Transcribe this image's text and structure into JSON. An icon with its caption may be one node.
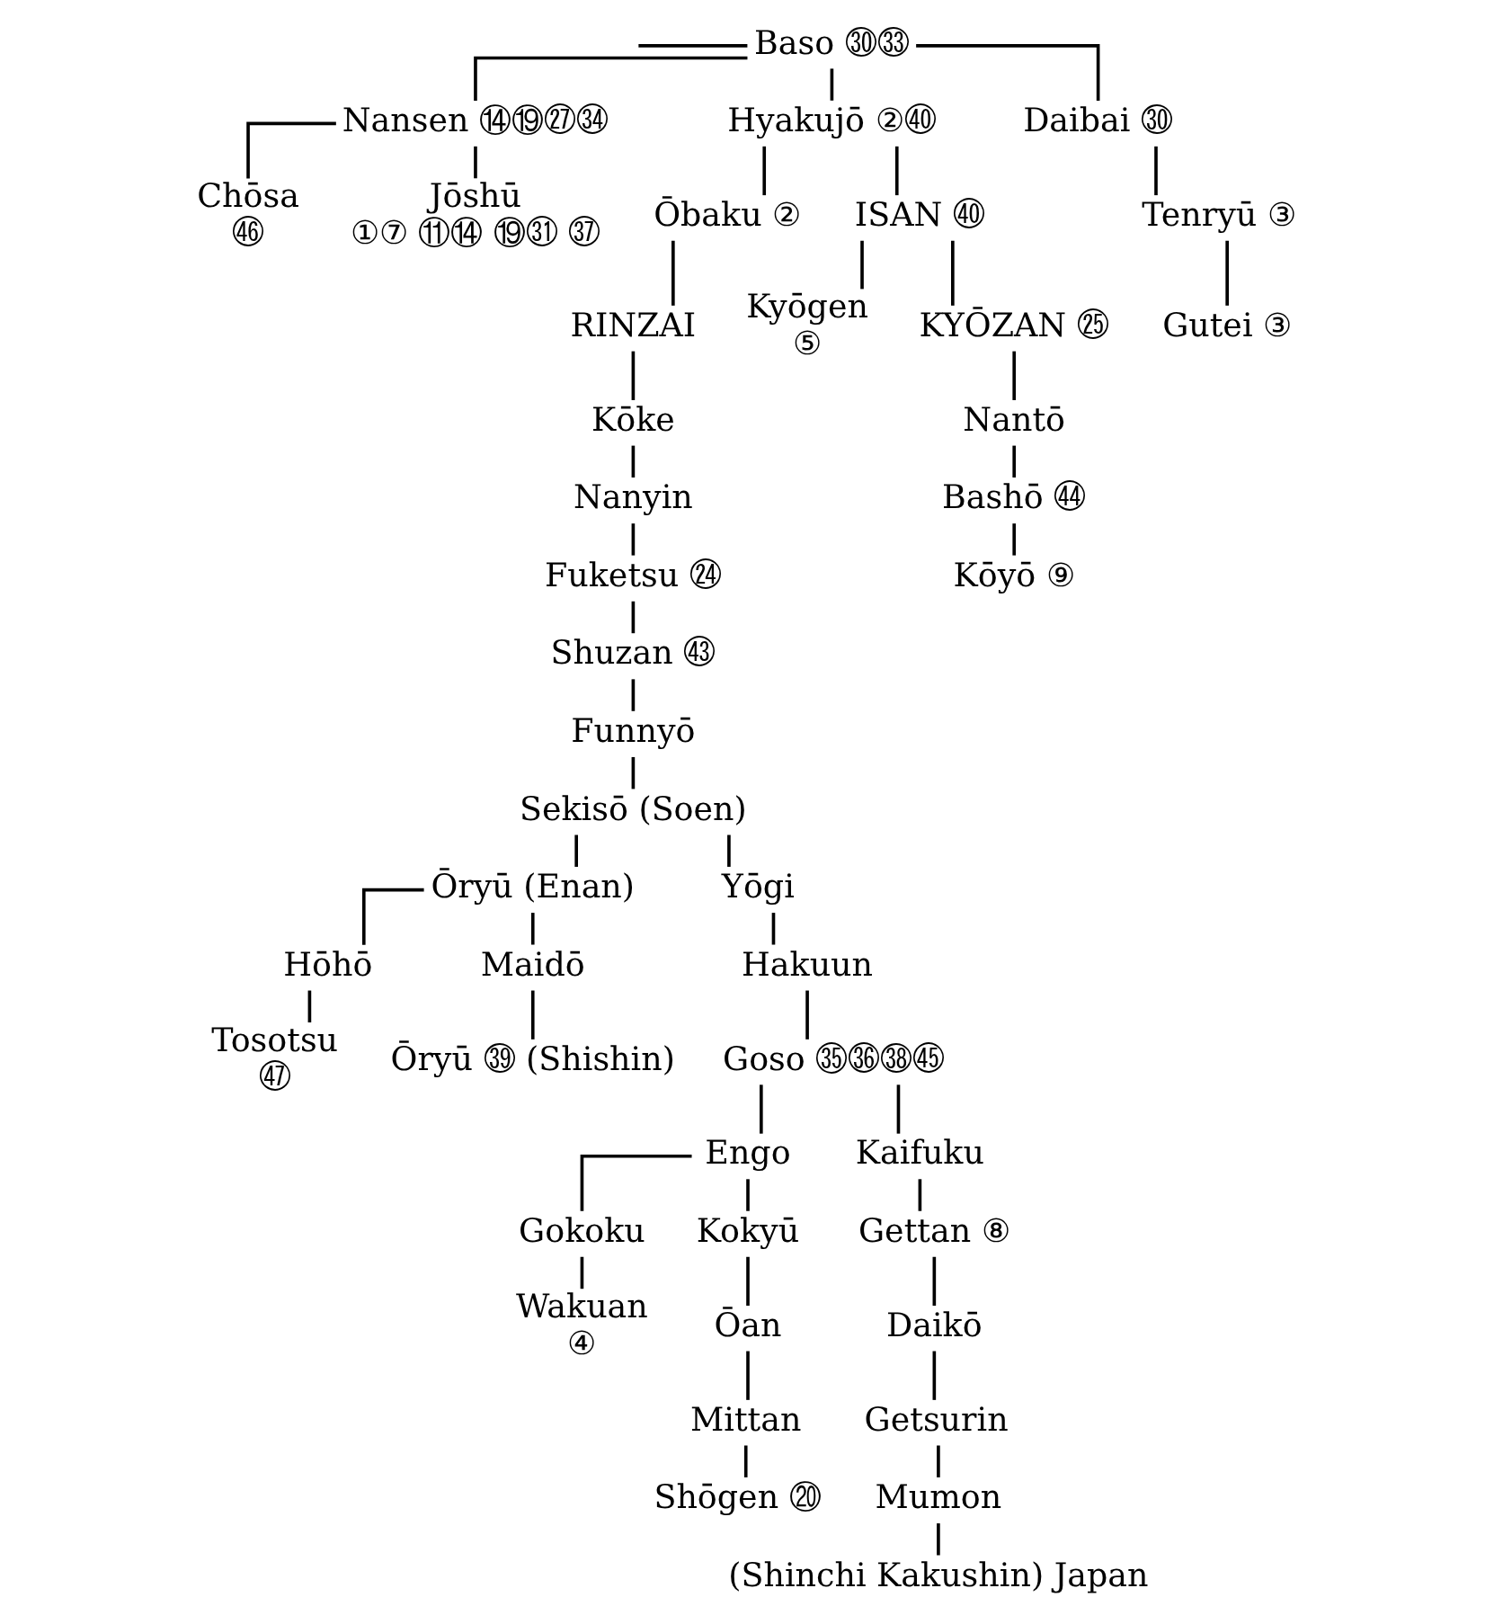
{
  "diagram": {
    "nodes": [
      {
        "text": [
          "Baso ㉚㉝"
        ]
      },
      {
        "text": [
          "Nansen ⑭⑲㉗㉞"
        ]
      },
      {
        "text": [
          "Hyakujō ②㊵"
        ]
      },
      {
        "text": [
          "Daibai ㉚"
        ]
      },
      {
        "text": [
          "Chōsa",
          "㊻"
        ]
      },
      {
        "text": [
          "Jōshū",
          "①⑦ ⑪⑭ ⑲㉛ ㊲"
        ]
      },
      {
        "text": [
          "Ōbaku ②"
        ]
      },
      {
        "text": [
          "ISAN ㊵"
        ]
      },
      {
        "text": [
          "Tenryū ③"
        ]
      },
      {
        "text": [
          "RINZAI"
        ]
      },
      {
        "text": [
          "Kyōgen",
          "⑤"
        ]
      },
      {
        "text": [
          "KYŌZAN ㉕"
        ]
      },
      {
        "text": [
          "Gutei ③"
        ]
      },
      {
        "text": [
          "Kōke"
        ]
      },
      {
        "text": [
          "Nantō"
        ]
      },
      {
        "text": [
          "Nanyin"
        ]
      },
      {
        "text": [
          "Bashō ㊹"
        ]
      },
      {
        "text": [
          "Fuketsu ㉔"
        ]
      },
      {
        "text": [
          "Kōyō ⑨"
        ]
      },
      {
        "text": [
          "Shuzan ㊸"
        ]
      },
      {
        "text": [
          "Funnyō"
        ]
      },
      {
        "text": [
          "Sekisō (Soen)"
        ]
      },
      {
        "text": [
          "Ōryū (Enan)"
        ]
      },
      {
        "text": [
          "Yōgi"
        ]
      },
      {
        "text": [
          "Hōhō"
        ]
      },
      {
        "text": [
          "Maidō"
        ]
      },
      {
        "text": [
          "Hakuun"
        ]
      },
      {
        "text": [
          "Tosotsu",
          "㊼"
        ]
      },
      {
        "text": [
          "Ōryū ㊴ (Shishin)"
        ]
      },
      {
        "text": [
          "Goso ㉟㊱㊳㊺"
        ]
      },
      {
        "text": [
          "Engo"
        ]
      },
      {
        "text": [
          "Kaifuku"
        ]
      },
      {
        "text": [
          "Gokoku"
        ]
      },
      {
        "text": [
          "Kokyū"
        ]
      },
      {
        "text": [
          "Gettan ⑧"
        ]
      },
      {
        "text": [
          "Wakuan",
          "④"
        ]
      },
      {
        "text": [
          "Ōan"
        ]
      },
      {
        "text": [
          "Daikō"
        ]
      },
      {
        "text": [
          "Mittan"
        ]
      },
      {
        "text": [
          "Getsurin"
        ]
      },
      {
        "text": [
          "Shōgen ⑳"
        ]
      },
      {
        "text": [
          "Mumon"
        ]
      },
      {
        "text": [
          "(Shinchi Kakushin) Japan"
        ]
      }
    ],
    "edges": [
      {
        "from": null,
        "to": 0,
        "arrow": "none"
      },
      {
        "from": 0,
        "to": 1,
        "arrow": "none"
      },
      {
        "from": 0,
        "to": 2,
        "arrow": "none"
      },
      {
        "from": 0,
        "to": 3,
        "arrow": "none"
      },
      {
        "from": 1,
        "to": 4,
        "arrow": "none"
      },
      {
        "from": 1,
        "to": 5,
        "arrow": "none"
      },
      {
        "from": 2,
        "to": 6,
        "arrow": "none"
      },
      {
        "from": 2,
        "to": 7,
        "arrow": "none"
      },
      {
        "from": 3,
        "to": 8,
        "arrow": "none"
      },
      {
        "from": 8,
        "to": 12,
        "arrow": "none"
      },
      {
        "from": 6,
        "to": 9,
        "arrow": "none"
      },
      {
        "from": 7,
        "to": 10,
        "arrow": "none"
      },
      {
        "from": 7,
        "to": 11,
        "arrow": "none"
      },
      {
        "from": 9,
        "to": 13,
        "arrow": "none"
      },
      {
        "from": 11,
        "to": 14,
        "arrow": "none"
      },
      {
        "from": 13,
        "to": 15,
        "arrow": "none"
      },
      {
        "from": 14,
        "to": 16,
        "arrow": "none"
      },
      {
        "from": 15,
        "to": 17,
        "arrow": "none"
      },
      {
        "from": 16,
        "to": 18,
        "arrow": "none"
      },
      {
        "from": 17,
        "to": 19,
        "arrow": "none"
      },
      {
        "from": 19,
        "to": 20,
        "arrow": "none"
      },
      {
        "from": 20,
        "to": 21,
        "arrow": "none"
      },
      {
        "from": 21,
        "to": 22,
        "arrow": "none"
      },
      {
        "from": 21,
        "to": 23,
        "arrow": "none"
      },
      {
        "from": 22,
        "to": 24,
        "arrow": "none"
      },
      {
        "from": 22,
        "to": 25,
        "arrow": "none"
      },
      {
        "from": 23,
        "to": 26,
        "arrow": "none"
      },
      {
        "from": 24,
        "to": 27,
        "arrow": "none"
      },
      {
        "from": 25,
        "to": 28,
        "arrow": "none"
      },
      {
        "from": 26,
        "to": 29,
        "arrow": "none"
      },
      {
        "from": 29,
        "to": 30,
        "arrow": "none"
      },
      {
        "from": 29,
        "to": 31,
        "arrow": "none"
      },
      {
        "from": 30,
        "to": 32,
        "arrow": "none"
      },
      {
        "from": 30,
        "to": 33,
        "arrow": "none"
      },
      {
        "from": 31,
        "to": 34,
        "arrow": "none"
      },
      {
        "from": 32,
        "to": 35,
        "arrow": "none"
      },
      {
        "from": 33,
        "to": 36,
        "arrow": "none"
      },
      {
        "from": 34,
        "to": 37,
        "arrow": "none"
      },
      {
        "from": 36,
        "to": 38,
        "arrow": "none"
      },
      {
        "from": 37,
        "to": 39,
        "arrow": "none"
      },
      {
        "from": 38,
        "to": 40,
        "arrow": "none"
      },
      {
        "from": 39,
        "to": 41,
        "arrow": "none"
      },
      {
        "from": 41,
        "to": 42,
        "arrow": "none"
      }
    ]
  }
}
